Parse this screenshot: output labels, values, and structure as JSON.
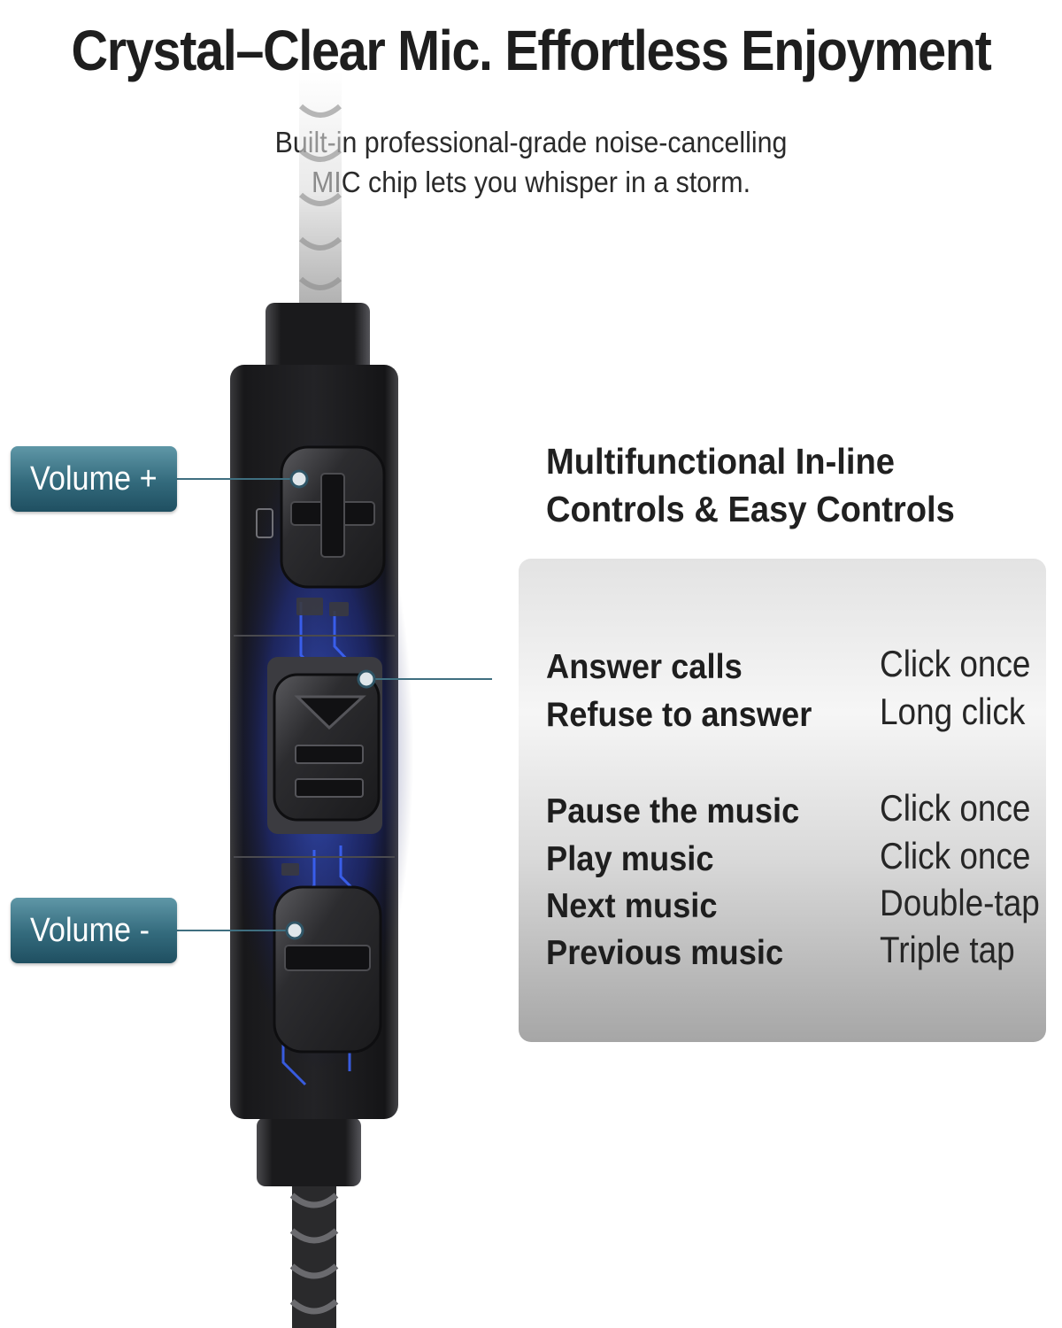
{
  "header": {
    "title": "Crystal–Clear Mic. Effortless Enjoyment",
    "subtitle_line1": "Built-in professional-grade noise-cancelling",
    "subtitle_line2": "MIC chip lets you whisper in a storm."
  },
  "labels": {
    "volume_up": "Volume +",
    "volume_down": "Volume -"
  },
  "controls": {
    "heading_line1": "Multifunctional In-line",
    "heading_line2": "Controls & Easy Controls",
    "call_actions": [
      {
        "action": "Answer calls",
        "gesture": "Click once"
      },
      {
        "action": "Refuse to answer",
        "gesture": "Long click"
      }
    ],
    "music_actions": [
      {
        "action": "Pause the music",
        "gesture": "Click once"
      },
      {
        "action": "Play music",
        "gesture": "Click once"
      },
      {
        "action": "Next music",
        "gesture": "Double-tap"
      },
      {
        "action": "Previous music",
        "gesture": "Triple tap"
      }
    ]
  },
  "icons": {
    "volume_up_button": "plus-icon",
    "play_pause_button": "play-pause-icon",
    "volume_down_button": "minus-icon"
  },
  "colors": {
    "tag_top": "#5f97a7",
    "tag_bottom": "#1f4f61",
    "circuit_blue": "#2f56ff",
    "remote_body": "#1b1b1d",
    "connector_line": "#3f6f80"
  }
}
